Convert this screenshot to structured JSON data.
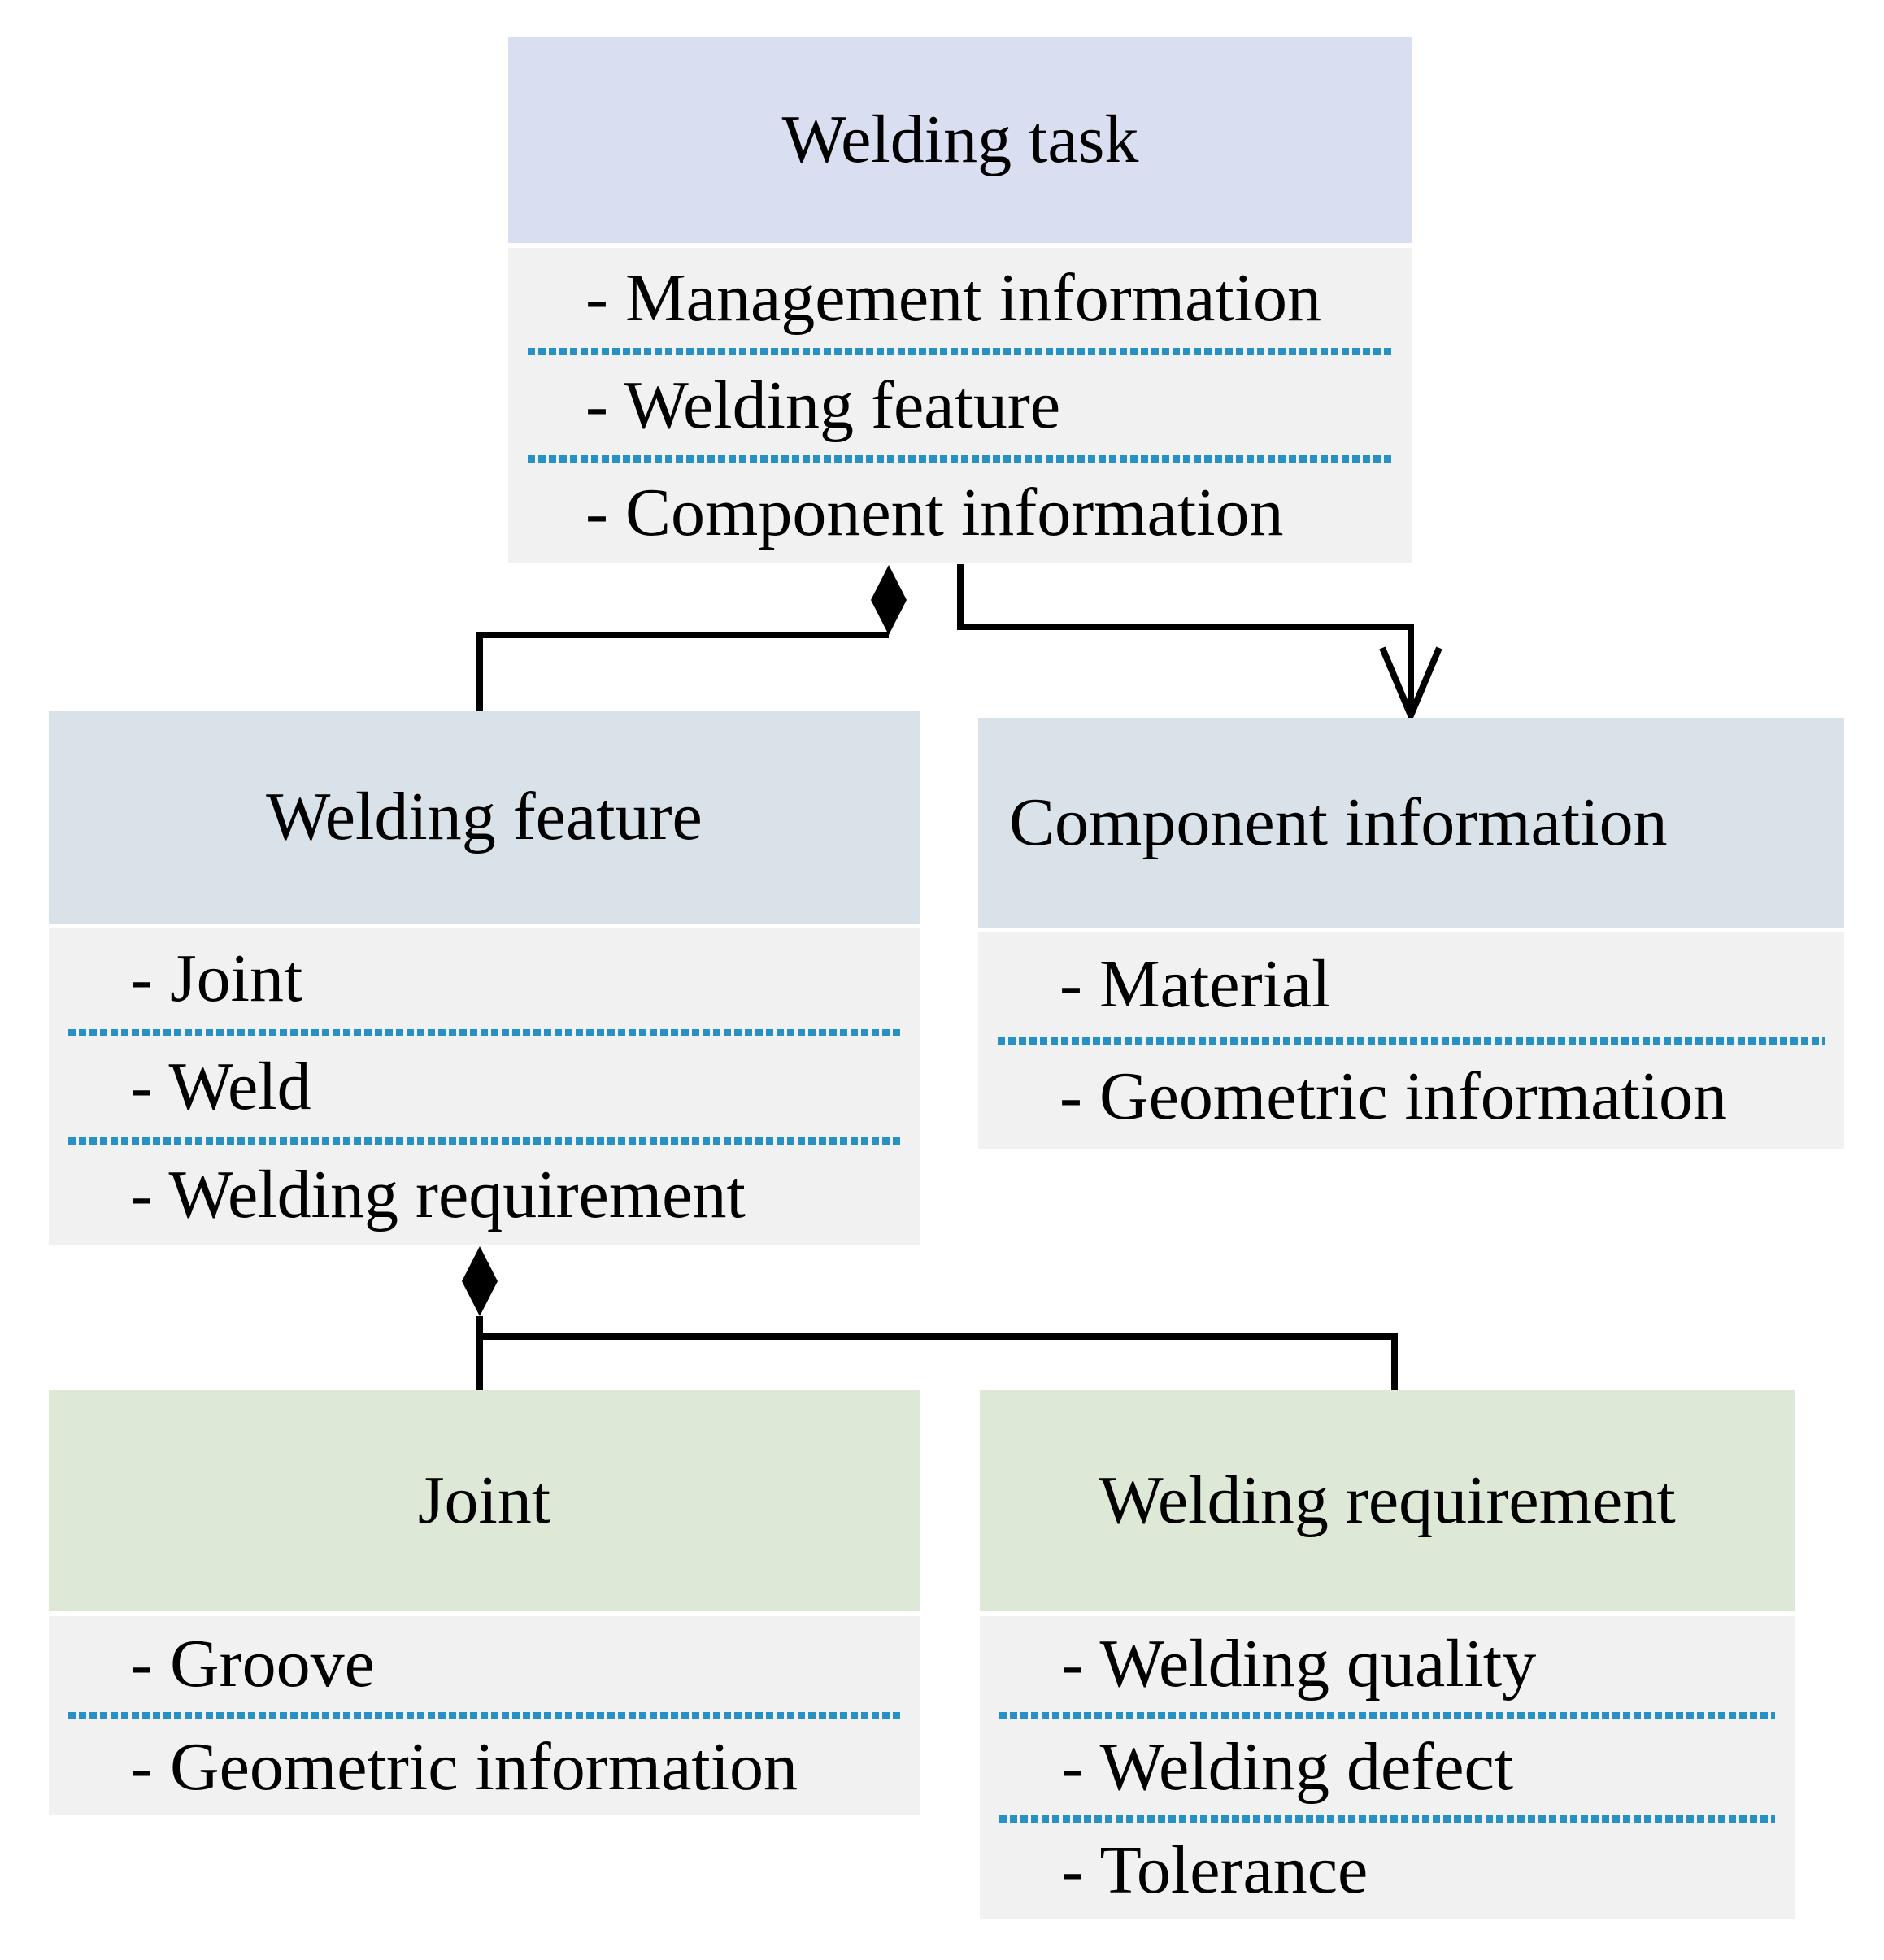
{
  "diagram": {
    "boxes": {
      "welding_task": {
        "title": "Welding task",
        "items": [
          "- Management information",
          "- Welding feature",
          "- Component information"
        ]
      },
      "welding_feature": {
        "title": "Welding feature",
        "items": [
          "- Joint",
          "- Weld",
          "- Welding requirement"
        ]
      },
      "component_information": {
        "title": "Component information",
        "items": [
          "- Material",
          "- Geometric information"
        ]
      },
      "joint": {
        "title": "Joint",
        "items": [
          "- Groove",
          "- Geometric information"
        ]
      },
      "welding_requirement": {
        "title": "Welding requirement",
        "items": [
          "- Welding quality",
          "- Welding defect",
          "- Tolerance"
        ]
      }
    },
    "connectors": [
      {
        "type": "aggregation-diamond",
        "from": "Welding task",
        "to": "Welding feature"
      },
      {
        "type": "directed-association-arrow",
        "from": "Welding task",
        "to": "Component information"
      },
      {
        "type": "aggregation-diamond",
        "from": "Welding feature",
        "to": "Joint, Welding requirement"
      }
    ],
    "colors": {
      "task_header_bg": "#d9def1",
      "row2_header_bg": "#d9e2e9",
      "row3_header_bg": "#dde9d6",
      "body_bg": "#f1f1f1",
      "separator_blue": "#2791c5",
      "connector_black": "#000000",
      "text_black": "#000000",
      "page_bg": "#ffffff"
    }
  }
}
